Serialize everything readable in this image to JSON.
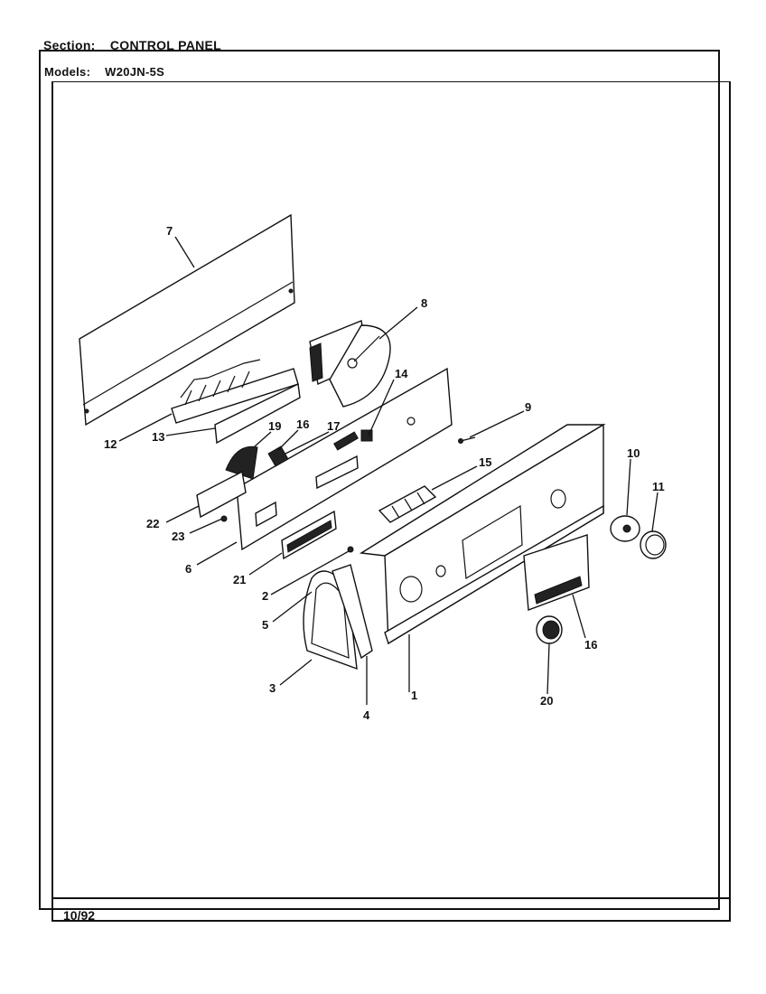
{
  "header": {
    "section_label": "Section:",
    "section_value": "CONTROL PANEL",
    "models_label": "Models:",
    "models_value": "W20JN-5S"
  },
  "footer": {
    "date": "10/92"
  },
  "callouts": [
    {
      "id": "1",
      "label": "1"
    },
    {
      "id": "2",
      "label": "2"
    },
    {
      "id": "3",
      "label": "3"
    },
    {
      "id": "4",
      "label": "4"
    },
    {
      "id": "5",
      "label": "5"
    },
    {
      "id": "6",
      "label": "6"
    },
    {
      "id": "7",
      "label": "7"
    },
    {
      "id": "8",
      "label": "8"
    },
    {
      "id": "9",
      "label": "9"
    },
    {
      "id": "10",
      "label": "10"
    },
    {
      "id": "11",
      "label": "11"
    },
    {
      "id": "12",
      "label": "12"
    },
    {
      "id": "13",
      "label": "13"
    },
    {
      "id": "14",
      "label": "14"
    },
    {
      "id": "15",
      "label": "15"
    },
    {
      "id": "16a",
      "label": "16"
    },
    {
      "id": "16b",
      "label": "16"
    },
    {
      "id": "17",
      "label": "17"
    },
    {
      "id": "19",
      "label": "19"
    },
    {
      "id": "20",
      "label": "20"
    },
    {
      "id": "21",
      "label": "21"
    },
    {
      "id": "22",
      "label": "22"
    },
    {
      "id": "23",
      "label": "23"
    }
  ]
}
